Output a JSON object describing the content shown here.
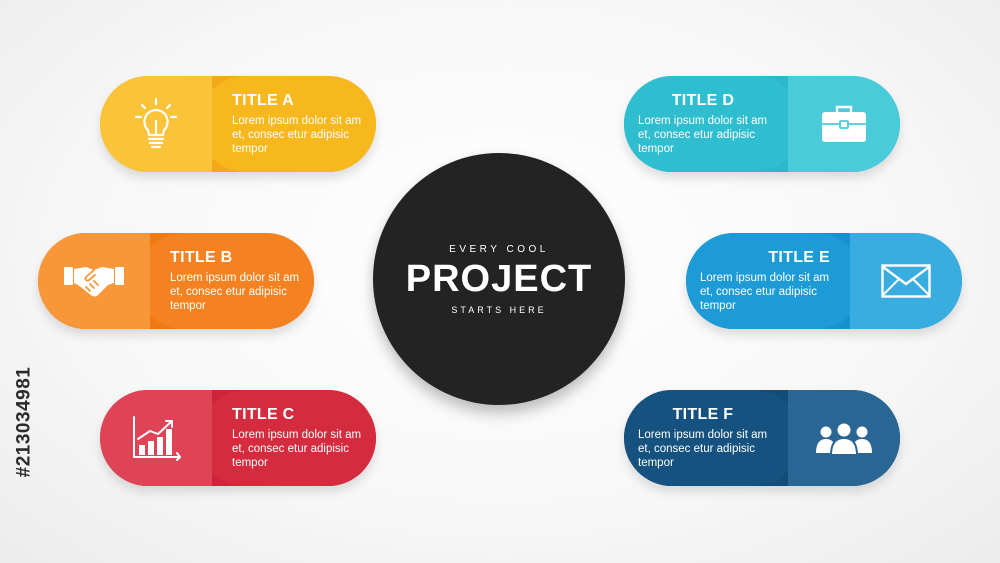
{
  "center": {
    "top_text": "EVERY COOL",
    "main_text": "PROJECT",
    "bottom_text": "STARTS HERE"
  },
  "items": [
    {
      "title": "TITLE A",
      "desc": "Lorem ipsum dolor sit am et, consec etur adipisic tempor",
      "icon": "lightbulb-icon",
      "color": "#F7B21E"
    },
    {
      "title": "TITLE B",
      "desc": "Lorem ipsum dolor sit am et, consec etur adipisic tempor",
      "icon": "handshake-icon",
      "color": "#F58220"
    },
    {
      "title": "TITLE C",
      "desc": "Lorem ipsum dolor sit am et, consec etur adipisic tempor",
      "icon": "growth-chart-icon",
      "color": "#D42B3E"
    },
    {
      "title": "TITLE D",
      "desc": "Lorem ipsum dolor sit am et, consec etur adipisic tempor",
      "icon": "briefcase-icon",
      "color": "#2FBECF"
    },
    {
      "title": "TITLE E",
      "desc": "Lorem ipsum dolor sit am et, consec etur adipisic tempor",
      "icon": "envelope-icon",
      "color": "#1C9BD6"
    },
    {
      "title": "TITLE F",
      "desc": "Lorem ipsum dolor sit am et, consec etur adipisic tempor",
      "icon": "team-icon",
      "color": "#15527F"
    }
  ],
  "stock_id": "#213034981"
}
